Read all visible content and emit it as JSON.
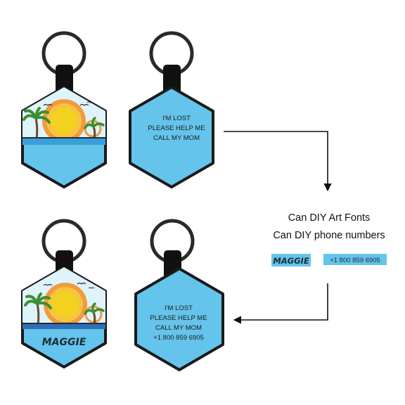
{
  "captions": {
    "line1": "Can DIY Art Fonts",
    "line2": "Can DIY phone numbers"
  },
  "samples": {
    "name": "MAGGIE",
    "phone": "+1 800 859 6905"
  },
  "tags": {
    "front_plain": {
      "scene": "sunset-palm-beach",
      "name": ""
    },
    "back_plain": {
      "lines": [
        "I'M LOST",
        "PLEASE HELP ME",
        "CALL MY MOM"
      ]
    },
    "front_custom": {
      "scene": "sunset-palm-beach",
      "name": "MAGGIE"
    },
    "back_custom": {
      "lines": [
        "I'M LOST",
        "PLEASE HELP ME",
        "CALL MY MOM",
        "+1 800 859 6905"
      ]
    }
  },
  "colors": {
    "tag_blue": "#64c4eb",
    "sky": "#dff3fb",
    "sun_yellow": "#f3d21f",
    "sun_ring": "#f19a3e",
    "ocean": "#3a9fd9",
    "palm": "#3a8f33",
    "outline": "#1a1a1a"
  }
}
